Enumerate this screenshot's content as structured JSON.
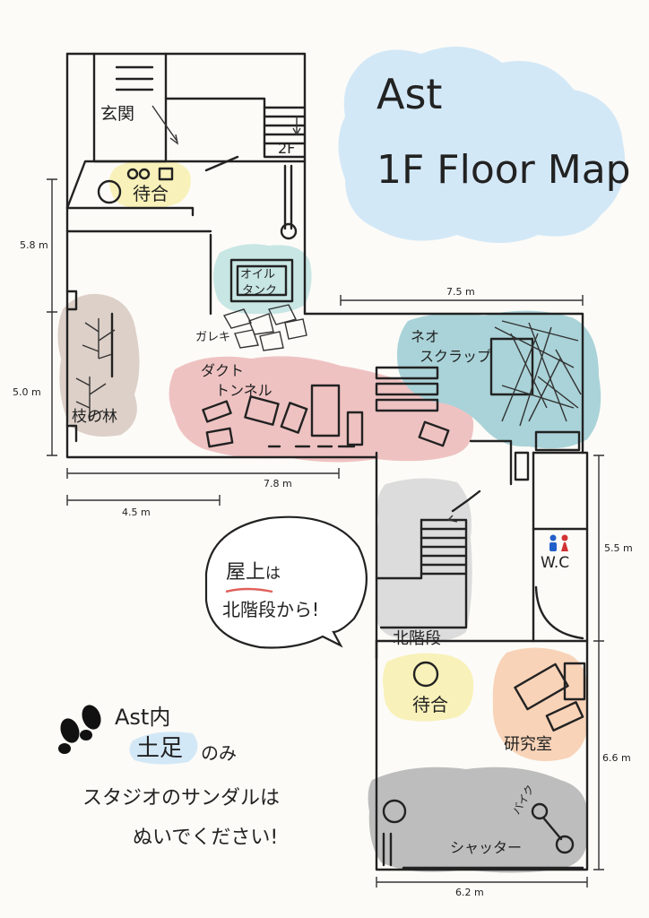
{
  "title": {
    "line1": "Ast",
    "line2": "1F Floor Map"
  },
  "rooms": {
    "entrance": "玄関",
    "waiting_1": "待合",
    "oil_tank_line1": "オイル",
    "oil_tank_line2": "タンク",
    "rubble": "ガレキ",
    "branch_forest": "枝の林",
    "duct_tunnel_line1": "ダクト",
    "duct_tunnel_line2": "トンネル",
    "neo_scrap_line1": "ネオ",
    "neo_scrap_line2": "スクラップ",
    "north_stairs": "北階段",
    "waiting_2": "待合",
    "lab": "研究室",
    "shutter": "シャッター",
    "bike": "バイク",
    "wc": "W.C",
    "stairs_2f": "2F"
  },
  "dimensions": {
    "d_5_8": "5.8 m",
    "d_5_0": "5.0 m",
    "d_7_5": "7.5 m",
    "d_7_8": "7.8 m",
    "d_4_5": "4.5 m",
    "d_5_5": "5.5 m",
    "d_6_6": "6.6 m",
    "d_6_2": "6.2 m"
  },
  "bubble": {
    "line1_highlight": "屋上",
    "line1_rest": "は",
    "line2": "北階段から!"
  },
  "notice": {
    "ast_nai": "Ast内",
    "dosoku": "土足",
    "nomi": "のみ",
    "line2": "スタジオのサンダルは",
    "line3": "ぬいでください!"
  },
  "colors": {
    "title_bg": "#d3e8f7",
    "waiting": "#f8f1b9",
    "oil_tank": "#c7e6e4",
    "neo_scrap": "#a9d3d8",
    "duct": "#efc2c2",
    "forest": "#ddd0c8",
    "stairs_gray": "#d8d8d8",
    "shutter_gray": "#bdbdbd",
    "lab": "#f8d3b8",
    "underline": "#e0605a"
  }
}
